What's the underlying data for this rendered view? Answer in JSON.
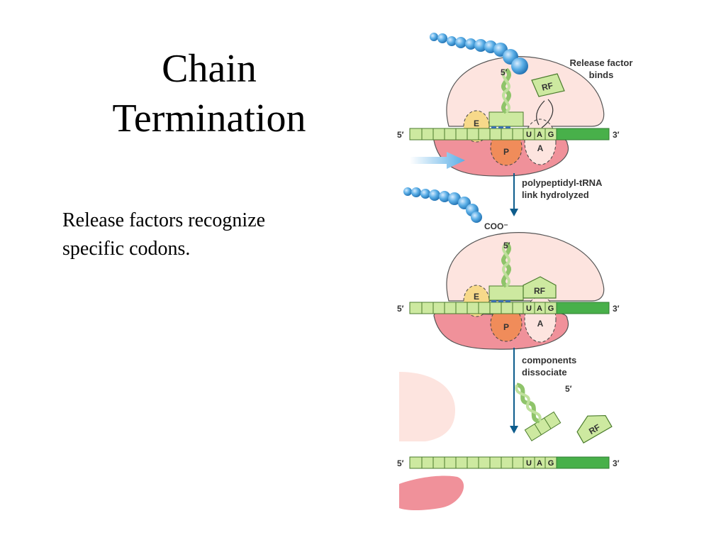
{
  "slide": {
    "title_line1": "Chain",
    "title_line2": "Termination",
    "body_line1": "Release factors recognize",
    "body_line2": "specific codons."
  },
  "diagram": {
    "stage1": {
      "label_line1": "Release factor",
      "label_line2": "binds",
      "five_prime_trna": "5′",
      "mrna_5": "5′",
      "mrna_3": "3′",
      "site_e": "E",
      "site_p": "P",
      "site_a": "A",
      "rf": "RF",
      "codon": [
        "U",
        "A",
        "G"
      ]
    },
    "step1": {
      "line1": "polypeptidyl-tRNA",
      "line2": "link hydrolyzed"
    },
    "coo": "COO⁻",
    "stage2": {
      "five_prime_trna": "5′",
      "mrna_5": "5′",
      "mrna_3": "3′",
      "site_e": "E",
      "site_p": "P",
      "site_a": "A",
      "rf": "RF",
      "codon": [
        "U",
        "A",
        "G"
      ]
    },
    "step2": {
      "line1": "components",
      "line2": "dissociate"
    },
    "stage3": {
      "five_prime_trna": "5′",
      "rf": "RF",
      "mrna_5": "5′",
      "mrna_3": "3′",
      "codon": [
        "U",
        "A",
        "G"
      ]
    },
    "colors": {
      "large_subunit": "#fde4df",
      "small_subunit": "#f0919a",
      "mrna": "#cde9a0",
      "mrna_3_end": "#48b04a",
      "peptide": "#5aaee6",
      "arrow": "#0d5c8c",
      "site_e": "#f7d98a",
      "site_p": "#f08c5a",
      "rf": "#cde9a0"
    }
  }
}
